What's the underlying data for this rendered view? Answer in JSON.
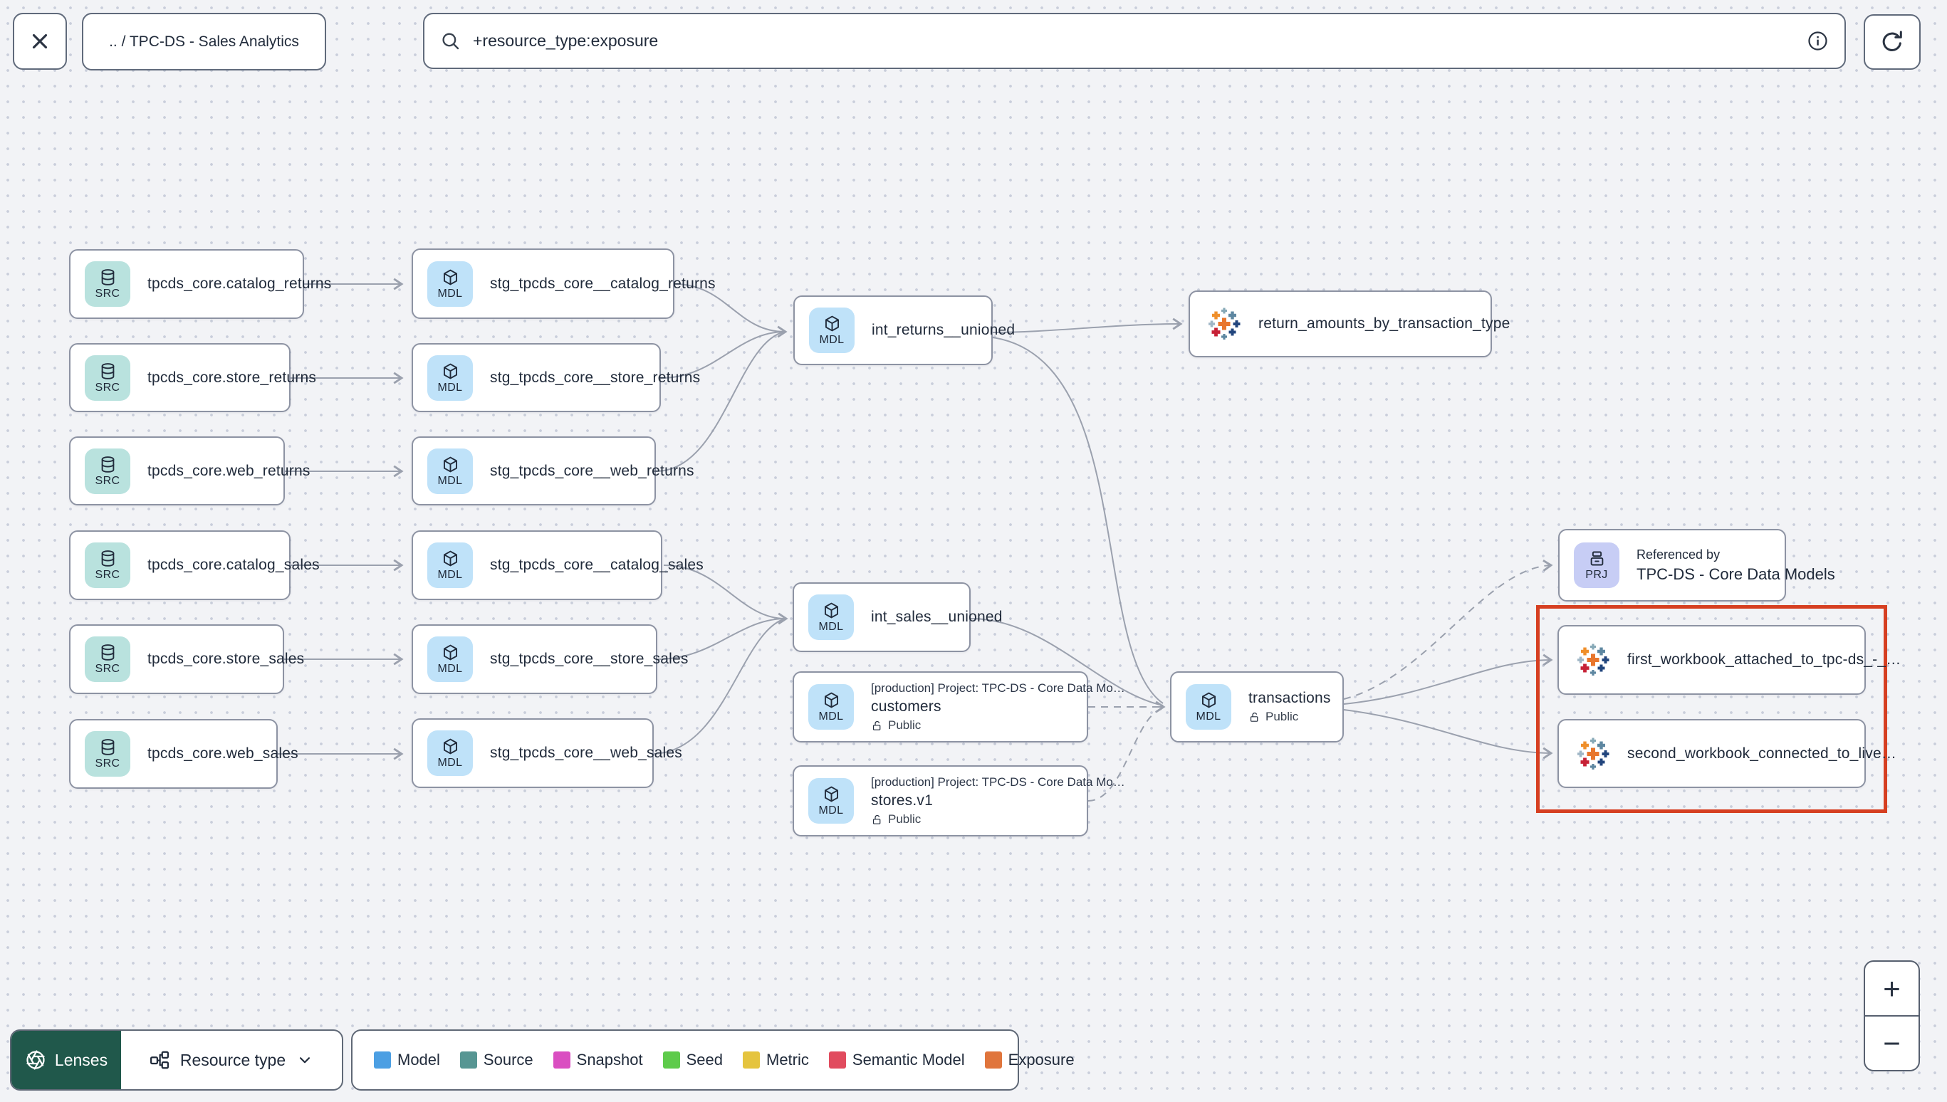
{
  "header": {
    "breadcrumb": ".. / TPC-DS - Sales Analytics",
    "search": {
      "value": "+resource_type:exposure"
    }
  },
  "badges": {
    "src": "SRC",
    "mdl": "MDL",
    "prj": "PRJ"
  },
  "graph": {
    "sources": [
      {
        "label": "tpcds_core.catalog_returns"
      },
      {
        "label": "tpcds_core.store_returns"
      },
      {
        "label": "tpcds_core.web_returns"
      },
      {
        "label": "tpcds_core.catalog_sales"
      },
      {
        "label": "tpcds_core.store_sales"
      },
      {
        "label": "tpcds_core.web_sales"
      }
    ],
    "staging": [
      {
        "label": "stg_tpcds_core__catalog_returns"
      },
      {
        "label": "stg_tpcds_core__store_returns"
      },
      {
        "label": "stg_tpcds_core__web_returns"
      },
      {
        "label": "stg_tpcds_core__catalog_sales"
      },
      {
        "label": "stg_tpcds_core__store_sales"
      },
      {
        "label": "stg_tpcds_core__web_sales"
      }
    ],
    "int_models": [
      {
        "label": "int_returns__unioned"
      },
      {
        "label": "int_sales__unioned"
      }
    ],
    "cross_project_models": [
      {
        "project": "[production] Project: TPC-DS - Core Data Mo…",
        "label": "customers",
        "access": "Public"
      },
      {
        "project": "[production] Project: TPC-DS - Core Data Mo…",
        "label": "stores.v1",
        "access": "Public"
      }
    ],
    "exposure": {
      "label": "return_amounts_by_transaction_type"
    },
    "transactions": {
      "label": "transactions",
      "access": "Public"
    },
    "referenced_by": {
      "title": "Referenced by",
      "label": "TPC-DS - Core Data Models"
    },
    "workbooks": [
      {
        "label": "first_workbook_attached_to_tpc-ds_-_…"
      },
      {
        "label": "second_workbook_connected_to_live…"
      }
    ]
  },
  "footer": {
    "lenses_label": "Lenses",
    "resource_type_label": "Resource type",
    "legend": [
      {
        "label": "Model",
        "color": "#4c9fe3"
      },
      {
        "label": "Source",
        "color": "#579693"
      },
      {
        "label": "Snapshot",
        "color": "#da4ec1"
      },
      {
        "label": "Seed",
        "color": "#5ecb4b"
      },
      {
        "label": "Metric",
        "color": "#e5c43e"
      },
      {
        "label": "Semantic Model",
        "color": "#e14b5e"
      },
      {
        "label": "Exposure",
        "color": "#e0753c"
      }
    ]
  },
  "zoom_controls": {
    "zoom_in": "+",
    "zoom_out": "−"
  }
}
